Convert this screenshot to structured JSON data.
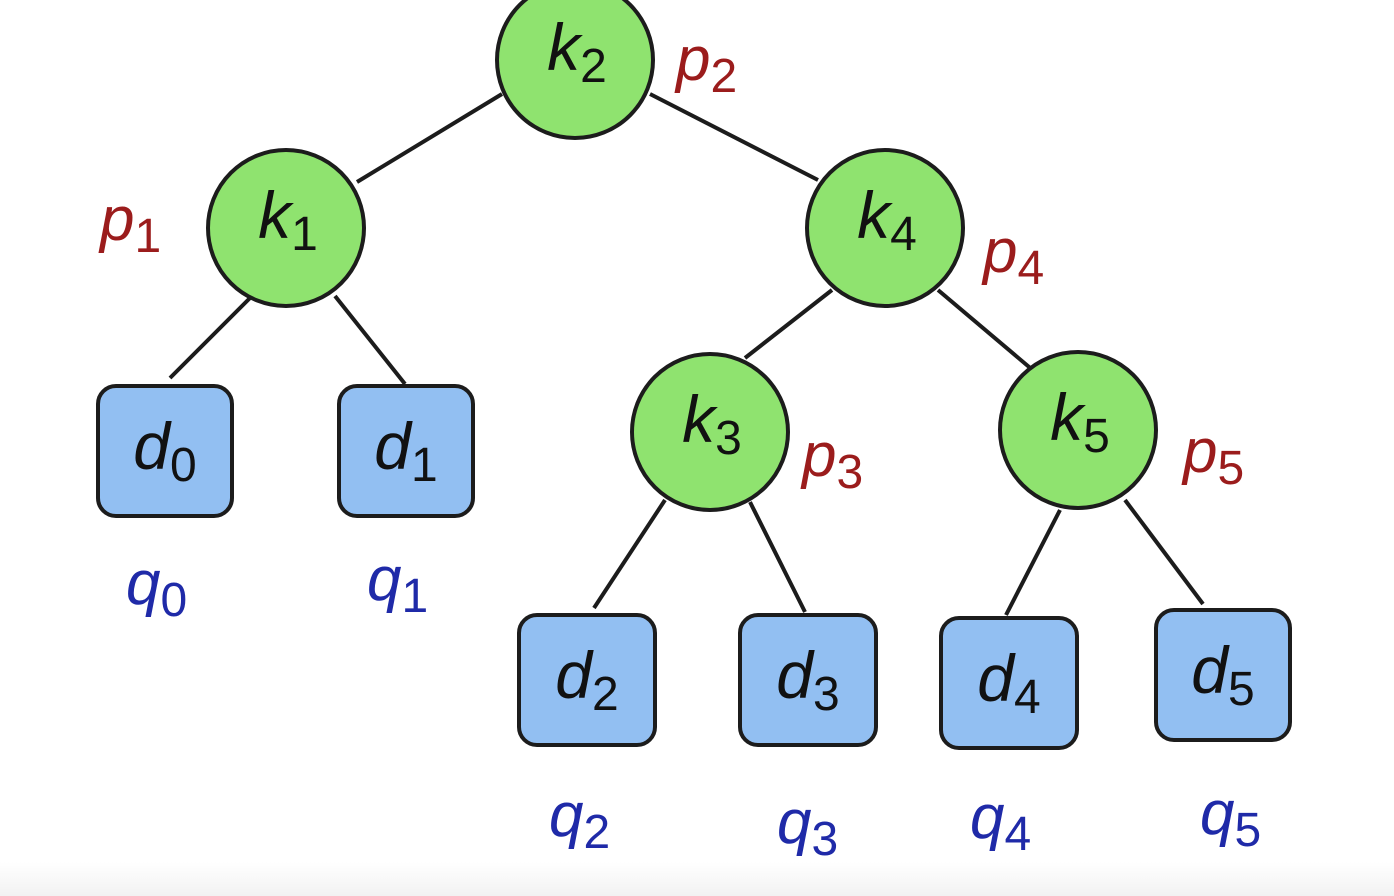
{
  "colors": {
    "node_fill": "#8fe36f",
    "leaf_fill": "#92bff2",
    "outline": "#1c1c1c",
    "p_label": "#9b1c1c",
    "q_label": "#1f2aa8"
  },
  "tree": {
    "keys": [
      {
        "id": "k1",
        "base": "k",
        "sub": "1",
        "prob": {
          "base": "p",
          "sub": "1"
        }
      },
      {
        "id": "k2",
        "base": "k",
        "sub": "2",
        "prob": {
          "base": "p",
          "sub": "2"
        }
      },
      {
        "id": "k3",
        "base": "k",
        "sub": "3",
        "prob": {
          "base": "p",
          "sub": "3"
        }
      },
      {
        "id": "k4",
        "base": "k",
        "sub": "4",
        "prob": {
          "base": "p",
          "sub": "4"
        }
      },
      {
        "id": "k5",
        "base": "k",
        "sub": "5",
        "prob": {
          "base": "p",
          "sub": "5"
        }
      }
    ],
    "dummies": [
      {
        "id": "d0",
        "base": "d",
        "sub": "0",
        "prob": {
          "base": "q",
          "sub": "0"
        }
      },
      {
        "id": "d1",
        "base": "d",
        "sub": "1",
        "prob": {
          "base": "q",
          "sub": "1"
        }
      },
      {
        "id": "d2",
        "base": "d",
        "sub": "2",
        "prob": {
          "base": "q",
          "sub": "2"
        }
      },
      {
        "id": "d3",
        "base": "d",
        "sub": "3",
        "prob": {
          "base": "q",
          "sub": "3"
        }
      },
      {
        "id": "d4",
        "base": "d",
        "sub": "4",
        "prob": {
          "base": "q",
          "sub": "4"
        }
      },
      {
        "id": "d5",
        "base": "d",
        "sub": "5",
        "prob": {
          "base": "q",
          "sub": "5"
        }
      }
    ],
    "edges": [
      [
        "k2",
        "k1"
      ],
      [
        "k2",
        "k4"
      ],
      [
        "k1",
        "d0"
      ],
      [
        "k1",
        "d1"
      ],
      [
        "k4",
        "k3"
      ],
      [
        "k4",
        "k5"
      ],
      [
        "k3",
        "d2"
      ],
      [
        "k3",
        "d3"
      ],
      [
        "k5",
        "d4"
      ],
      [
        "k5",
        "d5"
      ]
    ]
  }
}
